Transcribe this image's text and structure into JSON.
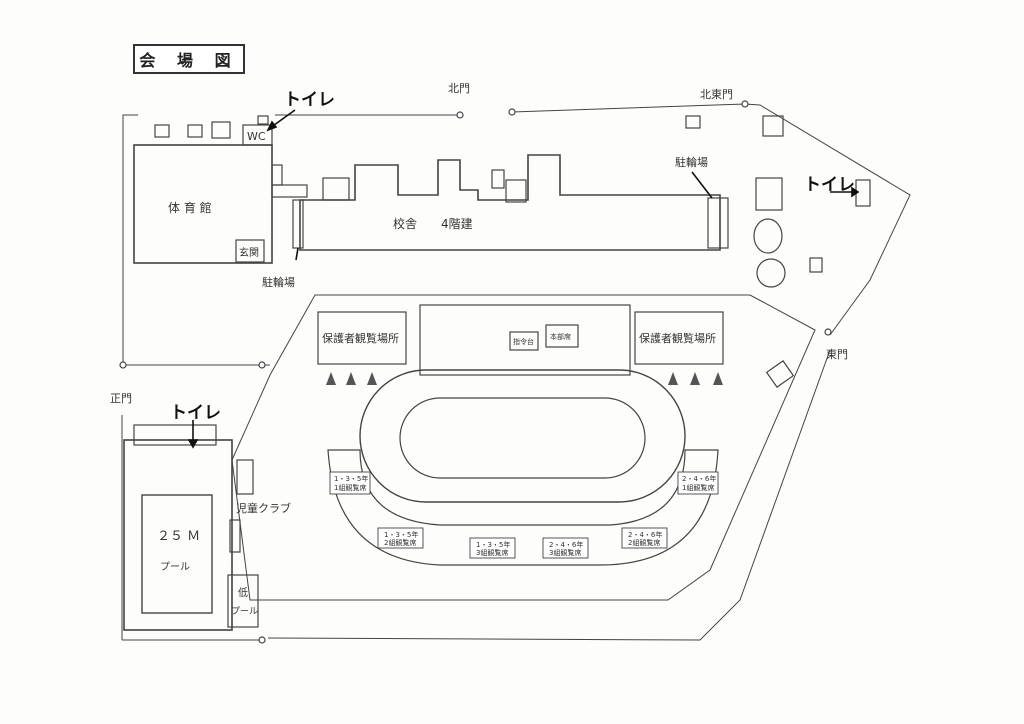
{
  "title": "会 場 図",
  "gates": {
    "north": "北門",
    "north_east": "北東門",
    "east": "東門",
    "main": "正門"
  },
  "toilet_label": "トイレ",
  "buildings": {
    "gym": "体 育 館",
    "wc": "WC",
    "entrance": "玄関",
    "school": "校舎　　4階建",
    "bike_parking": "駐輪場",
    "pool": "２５ Ｍ",
    "pool_sub": "プール",
    "kids_pool": "低",
    "kids_pool_sub": "プール",
    "kids_club": "児童クラブ"
  },
  "field": {
    "parents_area": "保護者観覧場所",
    "command": "指令台",
    "headquarters": "本部席",
    "seats": [
      {
        "line1": "1・3・5年",
        "line2": "1組観覧席"
      },
      {
        "line1": "1・3・5年",
        "line2": "2組観覧席"
      },
      {
        "line1": "1・3・5年",
        "line2": "3組観覧席"
      },
      {
        "line1": "2・4・6年",
        "line2": "3組観覧席"
      },
      {
        "line1": "2・4・6年",
        "line2": "2組観覧席"
      },
      {
        "line1": "2・4・6年",
        "line2": "1組観覧席"
      }
    ]
  }
}
